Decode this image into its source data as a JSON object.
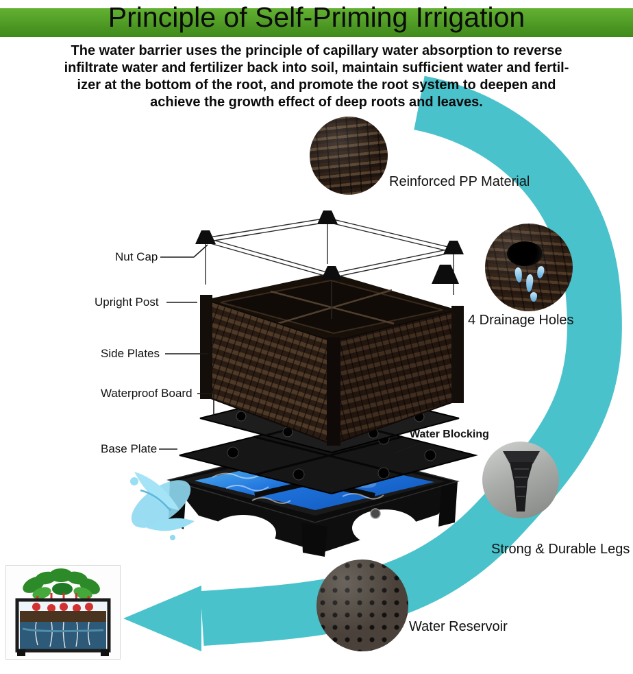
{
  "title": "Principle of Self-Priming Irrigation",
  "description_lines": [
    "The water barrier uses the principle of capillary water absorption to reverse",
    "infiltrate water and fertilizer back into soil, maintain sufficient water and fertil-",
    "izer at the bottom of the root, and promote the root system to deepen and",
    "achieve the growth effect of deep roots and leaves."
  ],
  "part_labels": {
    "nut_cap": "Nut Cap",
    "upright_post": "Upright Post",
    "side_plates": "Side Plates",
    "waterproof_board": "Waterproof Board",
    "base_plate": "Base Plate",
    "water_blocking": "Water Blocking"
  },
  "feature_labels": {
    "pp_material": "Reinforced PP Material",
    "drainage_holes": "4 Drainage Holes",
    "durable_legs": "Strong & Durable Legs",
    "water_reservoir": "Water Reservoir"
  },
  "colors": {
    "accent_green": "#4f9a25",
    "arrow_teal": "#4ac2cb",
    "text_black": "#101010"
  }
}
